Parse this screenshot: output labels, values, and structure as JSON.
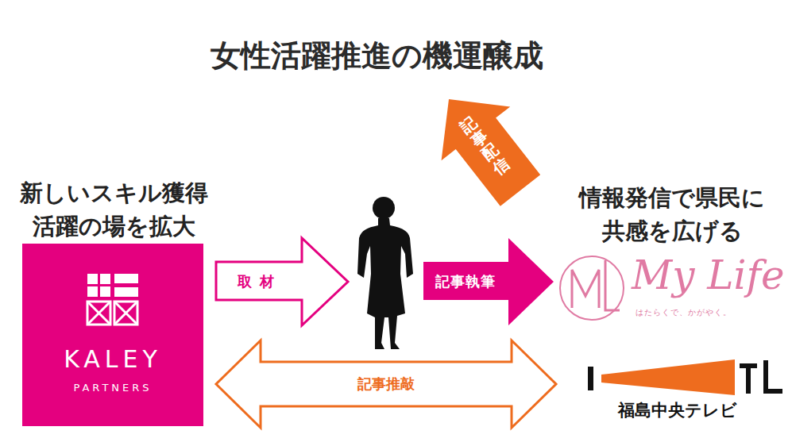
{
  "diagram": {
    "nodes": [
      {
        "text": [
          "女性活躍推進の機運醸成"
        ]
      },
      {
        "text": [
          "新しいスキル獲得 活躍の場を拡大",
          "KALEY",
          "PARTNERS"
        ]
      },
      {
        "text": [
          "情報発信で県民に 共感を広げる",
          "My Life",
          "はたらくで、かがやく。"
        ]
      },
      {
        "text": [
          "福島中央テレビ"
        ]
      }
    ],
    "edges": [
      {
        "from": 2,
        "to": 0,
        "label": "記事配信",
        "arrow": "to"
      },
      {
        "from": 1,
        "to": 3,
        "label": "記事推敲",
        "arrow": "both"
      }
    ],
    "labels": [
      "取材",
      "記事執筆"
    ]
  }
}
